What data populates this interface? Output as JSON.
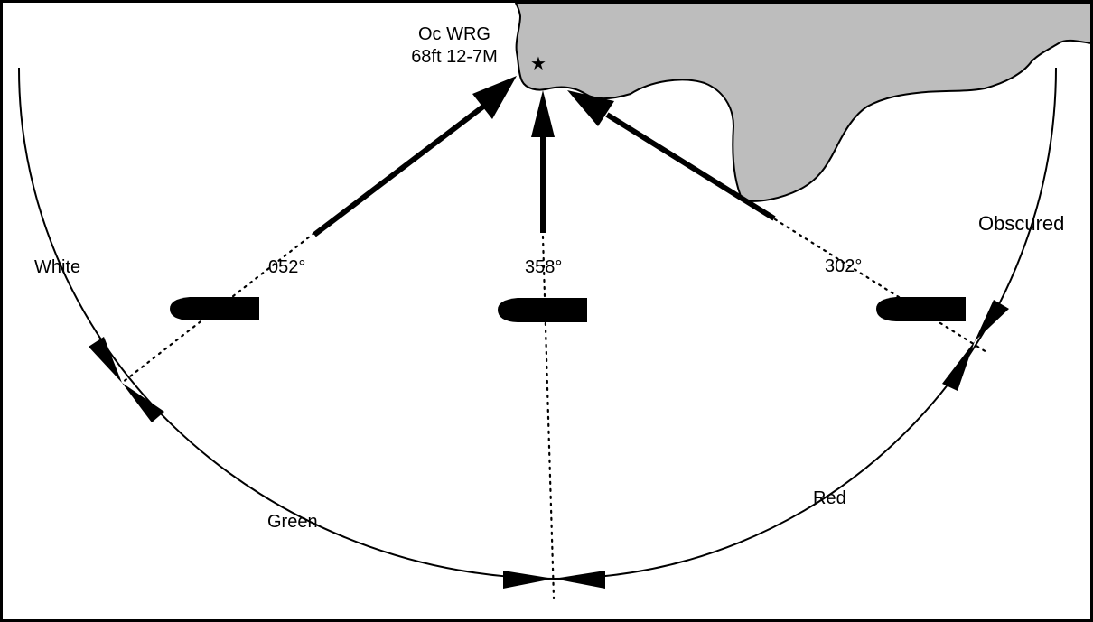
{
  "light": {
    "characteristic": "Oc WRG",
    "height_range": "68ft 12-7M",
    "symbol": "★"
  },
  "bearings": {
    "left": "052°",
    "center": "358°",
    "right": "302°"
  },
  "sectors": {
    "white": "White",
    "green": "Green",
    "red": "Red",
    "obscured": "Obscured"
  },
  "colors": {
    "land": "#bdbdbd",
    "ink": "#000000",
    "background": "#ffffff"
  }
}
